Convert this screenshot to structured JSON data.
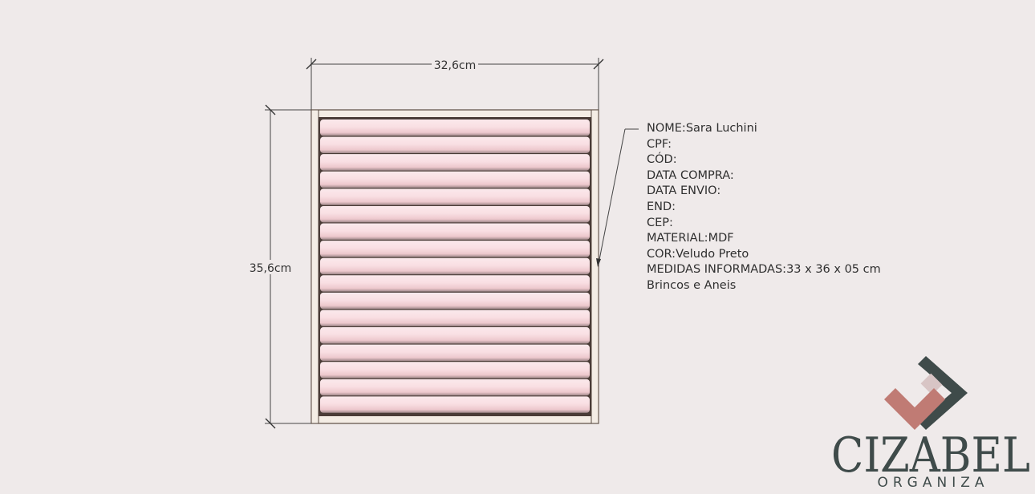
{
  "drawing": {
    "width_label": "32,6cm",
    "height_label": "35,6cm",
    "roll_count": 17,
    "colors": {
      "background": "#efeaea",
      "frame": "#f4ede5",
      "frame_stroke": "#5a4c42",
      "base": "#4a3c37",
      "roll_light": "#fbe7ea",
      "roll_mid": "#f0c9cf",
      "roll_dark": "#9f888a"
    }
  },
  "specs": [
    {
      "label": "NOME:",
      "value": "Sara Luchini"
    },
    {
      "label": "CPF:",
      "value": ""
    },
    {
      "label": "CÓD:",
      "value": ""
    },
    {
      "label": "DATA COMPRA:",
      "value": ""
    },
    {
      "label": "DATA ENVIO:",
      "value": ""
    },
    {
      "label": "END:",
      "value": ""
    },
    {
      "label": "CEP:",
      "value": ""
    },
    {
      "label": "MATERIAL:",
      "value": "MDF"
    },
    {
      "label": "COR:",
      "value": "Veludo Preto"
    },
    {
      "label": "MEDIDAS INFORMADAS:",
      "value": "33 x 36 x 05 cm"
    },
    {
      "label": "",
      "value": "Brincos e Aneis"
    }
  ],
  "brand": {
    "name": "CIZABEL",
    "tagline": "ORGANIZA",
    "colors": {
      "dark": "#3f4b4a",
      "accent": "#c07b74",
      "light": "#d8c5c5"
    }
  }
}
